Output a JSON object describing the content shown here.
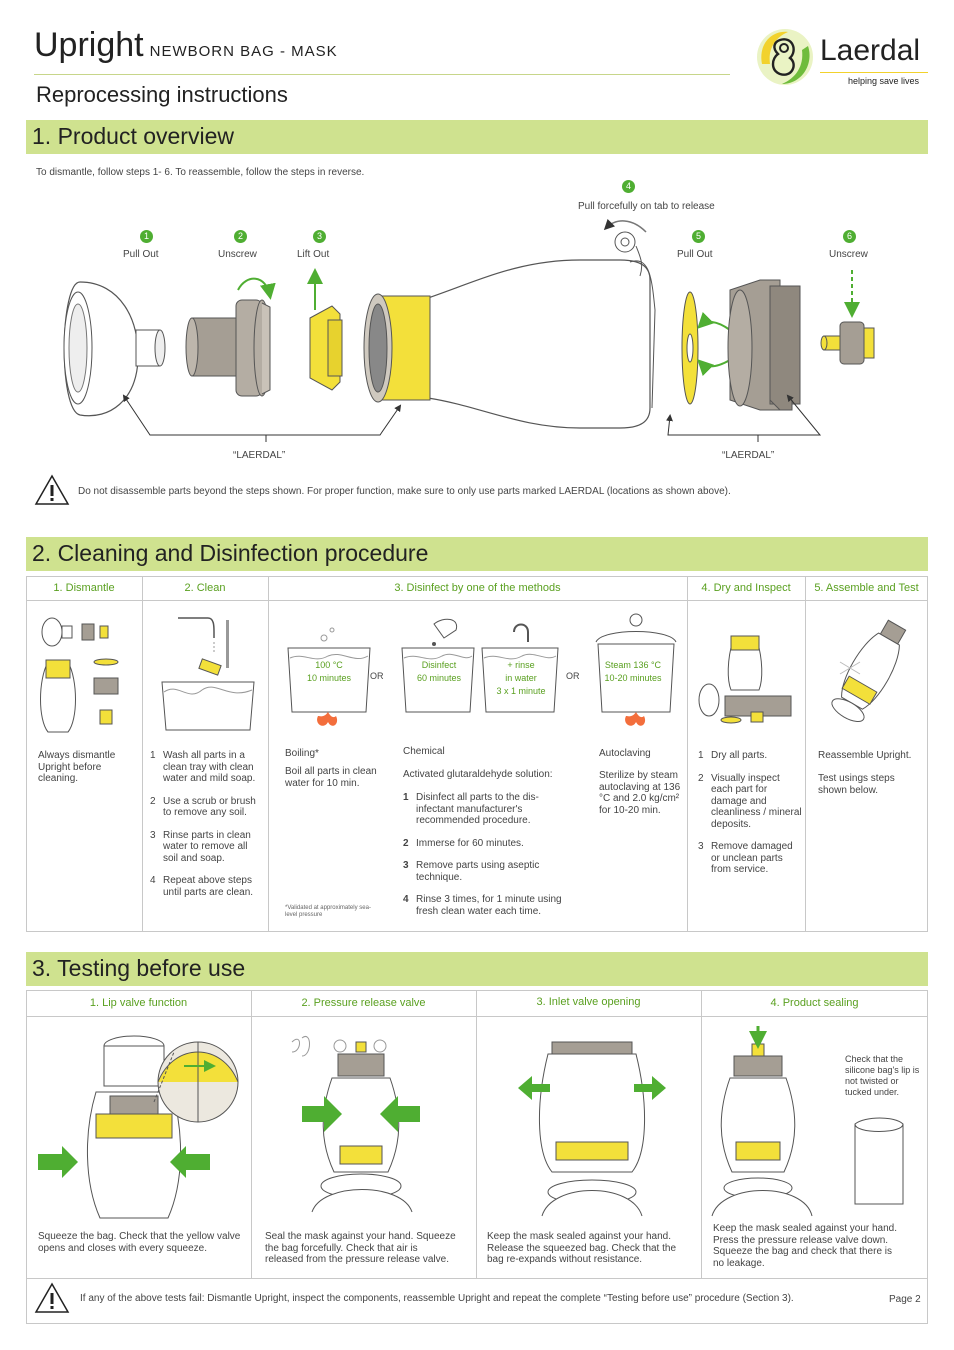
{
  "header": {
    "title": "Upright",
    "subtitle": "NEWBORN BAG - MASK",
    "section_heading": "Reprocessing instructions",
    "brand": "Laerdal",
    "tagline": "helping save lives",
    "colors": {
      "accent_green": "#4fae32",
      "section_bar": "#cfe28f",
      "part_yellow": "#f3e03a"
    }
  },
  "overview": {
    "title": "1. Product overview",
    "intro": "To dismantle, follow steps 1- 6. To reassemble, follow the steps in reverse.",
    "steps": [
      {
        "num": "1",
        "label": "Pull Out"
      },
      {
        "num": "2",
        "label": "Unscrew"
      },
      {
        "num": "3",
        "label": "Lift Out"
      },
      {
        "num": "4",
        "label": "Pull forcefully on tab to release"
      },
      {
        "num": "5",
        "label": "Pull Out"
      },
      {
        "num": "6",
        "label": "Unscrew"
      }
    ],
    "marking_left": "“LAERDAL”",
    "marking_right": "“LAERDAL”",
    "warning": "Do not disassemble parts beyond the steps shown. For proper function, make sure to only use parts marked LAERDAL (locations as shown above)."
  },
  "cleaning": {
    "title": "2. Cleaning and Disinfection procedure",
    "columns": {
      "dismantle": {
        "heading": "1. Dismantle",
        "text": "Always dismantle Upright before cleaning."
      },
      "clean": {
        "heading": "2. Clean",
        "items": [
          {
            "n": "1",
            "t": "Wash all parts in a clean tray with clean water and mild soap."
          },
          {
            "n": "2",
            "t": "Use a scrub or brush to remove any soil."
          },
          {
            "n": "3",
            "t": "Rinse parts in clean water to remove all soil and soap."
          },
          {
            "n": "4",
            "t": "Repeat above steps until parts are clean."
          }
        ]
      },
      "disinfect": {
        "heading": "3. Disinfect by one of the methods",
        "or": "OR",
        "boil_label1": "100 °C",
        "boil_label2": "10 minutes",
        "chem_label1": "Disinfect",
        "chem_label2": "60 minutes",
        "rinse_label1": "+ rinse",
        "rinse_label2": "in water",
        "rinse_label3": "3 x 1 minute",
        "steam_label1": "Steam 136 °C",
        "steam_label2": "10-20 minutes",
        "boiling_title": "Boiling*",
        "boiling_text": "Boil all parts in clean water for 10 min.",
        "boiling_note": "*Validated at approximately sea-level pressure",
        "chemical_title": "Chemical",
        "chemical_sub": "Activated glutaraldehyde solution:",
        "chemical_items": [
          {
            "n": "1",
            "t": "Disinfect all parts to the dis-infectant manufacturer's recommended procedure."
          },
          {
            "n": "2",
            "t": "Immerse for 60 minutes."
          },
          {
            "n": "3",
            "t": "Remove parts using aseptic technique."
          },
          {
            "n": "4",
            "t": "Rinse 3 times, for 1 minute using fresh clean water each time."
          }
        ],
        "autoclave_title": "Autoclaving",
        "autoclave_text": "Sterilize by steam autoclaving at 136 °C and 2.0 kg/cm² for 10-20 min."
      },
      "dry": {
        "heading": "4. Dry and Inspect",
        "items": [
          {
            "n": "1",
            "t": "Dry all parts."
          },
          {
            "n": "2",
            "t": "Visually inspect each part for damage and cleanliness / mineral deposits."
          },
          {
            "n": "3",
            "t": "Remove damaged or unclean parts from service."
          }
        ]
      },
      "assemble": {
        "heading": "5. Assemble and Test",
        "text1": "Reassemble Upright.",
        "text2": "Test usings steps shown below."
      }
    }
  },
  "testing": {
    "title": "3. Testing before use",
    "columns": [
      {
        "heading": "1. Lip valve function",
        "text": "Squeeze the bag. Check that the yellow valve opens and closes with every squeeze."
      },
      {
        "heading": "2. Pressure release valve",
        "text": "Seal the mask against your hand. Squeeze the bag forcefully. Check that air is released from the pressure release valve."
      },
      {
        "heading": "3. Inlet valve opening",
        "text": "Keep the mask sealed against your hand. Release the squeezed bag.  Check that the bag re-expands without resistance."
      },
      {
        "heading": "4. Product sealing",
        "text": "Keep the mask sealed against your hand. Press the pressure release valve down. Squeeze the bag and check that there is no leakage."
      }
    ],
    "lip_note": "Check that the silicone bag's lip is not twisted or tucked under.",
    "warning": "If any of the above tests fail: Dismantle Upright,  inspect the components, reassemble Upright and repeat the complete “Testing before use” procedure (Section 3).",
    "page": "Page 2"
  }
}
